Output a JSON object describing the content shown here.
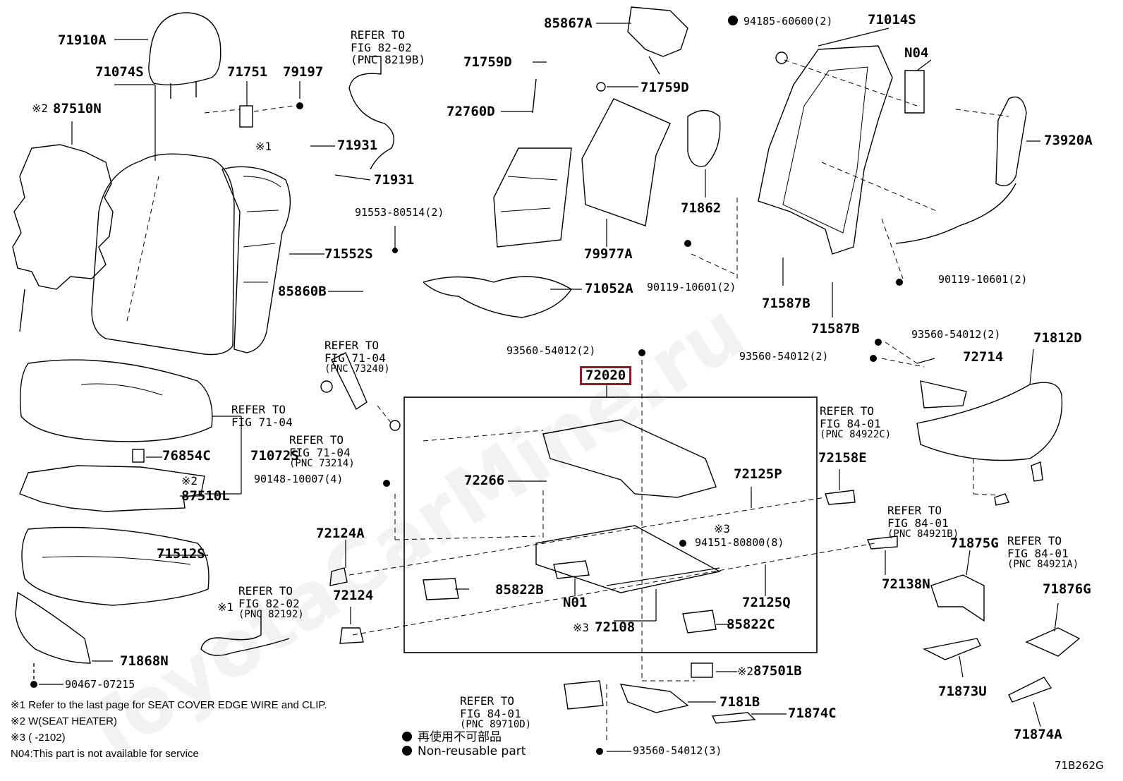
{
  "watermark": "ToyotaCarMine.ru",
  "highlighted_part": "72020",
  "parts": {
    "p71910A": "71910A",
    "p71074S": "71074S",
    "p87510N": "87510N",
    "p71751": "71751",
    "p79197": "79197",
    "p71931a": "71931",
    "p71931b": "71931",
    "p71552S": "71552S",
    "p85860B": "85860B",
    "p85867A": "85867A",
    "p71759D_a": "71759D",
    "p71759D_b": "71759D",
    "p72760D": "72760D",
    "p79977A": "79977A",
    "p71052A": "71052A",
    "p71862": "71862",
    "p71014S": "71014S",
    "pN04": "N04",
    "p73920A": "73920A",
    "p71587B_a": "71587B",
    "p71587B_b": "71587B",
    "p72714": "72714",
    "p71812D": "71812D",
    "p76854C": "76854C",
    "p71072S": "71072S",
    "p87510L": "87510L",
    "p72266": "72266",
    "p72125P": "72125P",
    "p72158E": "72158E",
    "p72124A": "72124A",
    "p71512S": "71512S",
    "p72124": "72124",
    "p85822B": "85822B",
    "pN01": "N01",
    "p72108": "72108",
    "p85822C": "85822C",
    "p72125Q": "72125Q",
    "p72138N": "72138N",
    "p71875G": "71875G",
    "p71876G": "71876G",
    "p71873U": "71873U",
    "p71874A": "71874A",
    "p71868N": "71868N",
    "p87501B": "87501B",
    "p7181B": "7181B",
    "p71874C": "71874C"
  },
  "fasteners": {
    "f94185": "94185-60600(2)",
    "f91553": "91553-80514(2)",
    "f90119a": "90119-10601(2)",
    "f90119b": "90119-10601(2)",
    "f93560a": "93560-54012(2)",
    "f93560b": "93560-54012(2)",
    "f93560c": "93560-54012(2)",
    "f90148": "90148-10007(4)",
    "f94151": "94151-80800(8)",
    "f90467": "90467-07215",
    "f93560d": "93560-54012(3)"
  },
  "markers": {
    "m1a": "※1",
    "m1b": "※1",
    "m2a": "※2",
    "m2b": "※2",
    "m2c": "※2",
    "m3a": "※3",
    "m3b": "※3"
  },
  "refs": {
    "r1": {
      "l1": "REFER TO",
      "l2": "FIG 82-02",
      "l3": "(PNC 8219B)"
    },
    "r2": {
      "l1": "REFER TO",
      "l2": "FIG 71-04",
      "l3": "(PNC 73240)"
    },
    "r3": {
      "l1": "REFER TO",
      "l2": "FIG 71-04"
    },
    "r4": {
      "l1": "REFER TO",
      "l2": "FIG 71-04",
      "l3": "(PNC 73214)"
    },
    "r5": {
      "l1": "REFER TO",
      "l2": "FIG 84-01",
      "l3": "(PNC 84922C)"
    },
    "r6": {
      "l1": "REFER TO",
      "l2": "FIG 84-01",
      "l3": "(PNC 84921B)"
    },
    "r7": {
      "l1": "REFER TO",
      "l2": "FIG 84-01",
      "l3": "(PNC 84921A)"
    },
    "r8": {
      "l1": "REFER TO",
      "l2": "FIG 82-02",
      "l3": "(PNC 82192)"
    },
    "r9": {
      "l1": "REFER TO",
      "l2": "FIG 84-01",
      "l3": "(PNC 89710D)"
    }
  },
  "notes": {
    "n1": "※1 Refer to the last page for SEAT COVER EDGE WIRE and CLIP.",
    "n2": "※2 W(SEAT HEATER)",
    "n3": "※3 (      -2102)",
    "n4": "N04:This part is not available for service"
  },
  "legend": {
    "jp": "再使用不可部品",
    "en": "Non-reusable part"
  },
  "figure_code": "71B262G"
}
